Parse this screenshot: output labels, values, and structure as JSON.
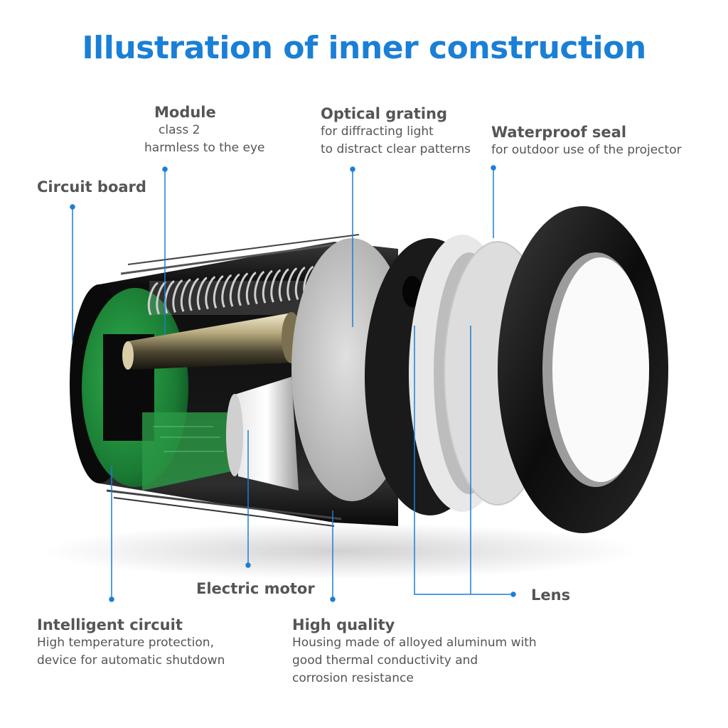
{
  "title": "Illustration of inner construction",
  "colors": {
    "accent": "#1a7fd6",
    "text": "#555555",
    "pcb": "#1f8a3a"
  },
  "labels": {
    "module": {
      "heading": "Module",
      "lines": [
        "class 2",
        "harmless to the eye"
      ]
    },
    "optical_grating": {
      "heading": "Optical grating",
      "lines": [
        "for diffracting light",
        "to distract clear patterns"
      ]
    },
    "waterproof_seal": {
      "heading": "Waterproof seal",
      "lines": [
        "for outdoor use of the projector"
      ]
    },
    "circuit_board": {
      "heading": "Circuit board"
    },
    "electric_motor": {
      "heading": "Electric motor"
    },
    "lens": {
      "heading": "Lens"
    },
    "intelligent_circuit": {
      "heading": "Intelligent circuit",
      "lines": [
        "High temperature protection,",
        "device for automatic shutdown"
      ]
    },
    "high_quality": {
      "heading": "High quality",
      "lines": [
        "Housing made of alloyed aluminum with",
        "good thermal conductivity and",
        "corrosion resistance"
      ]
    }
  }
}
